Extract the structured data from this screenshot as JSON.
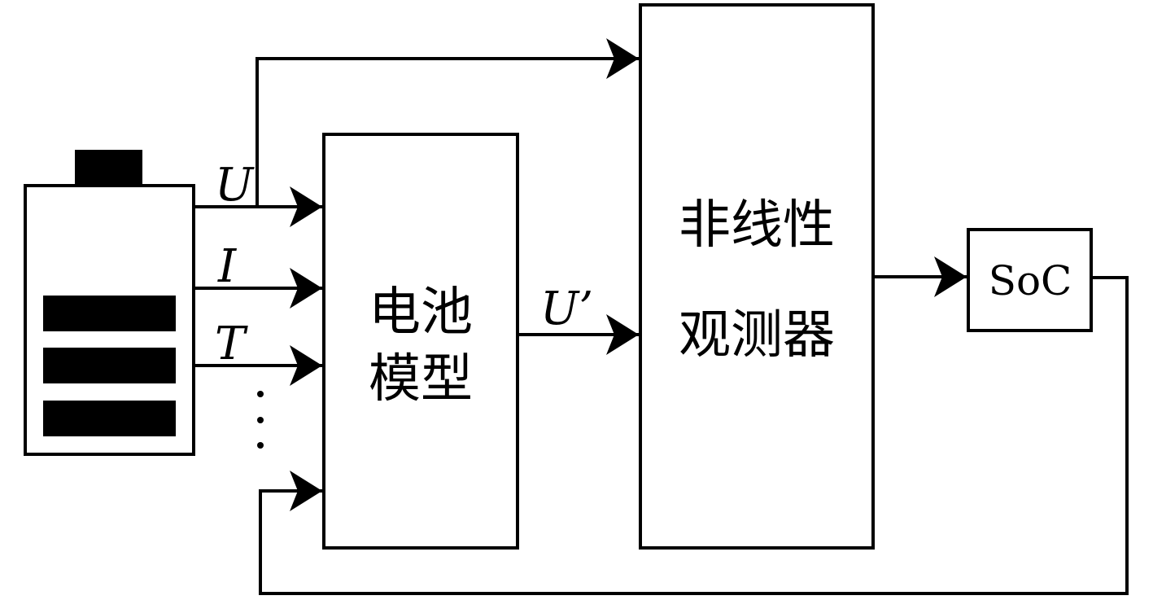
{
  "blocks": {
    "battery_model": {
      "line1": "电池",
      "line2": "模型"
    },
    "nonlinear_observer": {
      "line1": "非线性",
      "line2": "观测器"
    },
    "soc": {
      "label": "SoC"
    }
  },
  "signals": {
    "voltage": "U",
    "current": "I",
    "temperature": "T",
    "model_output": "U’"
  }
}
